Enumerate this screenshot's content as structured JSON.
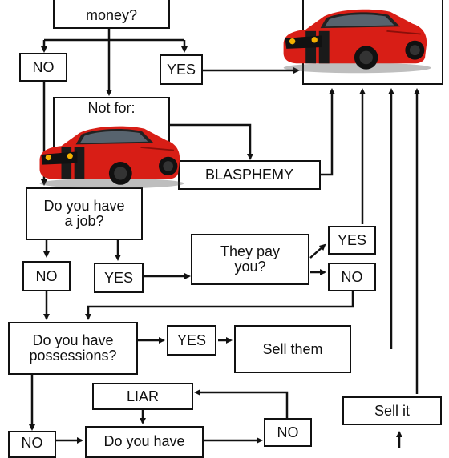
{
  "nodes": {
    "money_question": "money?",
    "no_top": "NO",
    "yes_top": "YES",
    "not_for": "Not for:",
    "blasphemy": "BLASPHEMY",
    "job_question": "Do you have\na job?",
    "no_job": "NO",
    "yes_job": "YES",
    "they_pay": "They pay\nyou?",
    "yes_pay": "YES",
    "no_pay": "NO",
    "possessions_question": "Do you have\npossessions?",
    "yes_possessions": "YES",
    "sell_them": "Sell them",
    "liar": "LIAR",
    "no_liar": "NO",
    "sell_it": "Sell it",
    "no_bottom": "NO",
    "do_you_have_bottom": "Do you have"
  },
  "images": {
    "car_top": "red-muscle-car",
    "car_middle": "red-muscle-car"
  },
  "colors": {
    "car_body": "#d81e16",
    "stripe": "#1a1a1a",
    "line": "#111111"
  }
}
